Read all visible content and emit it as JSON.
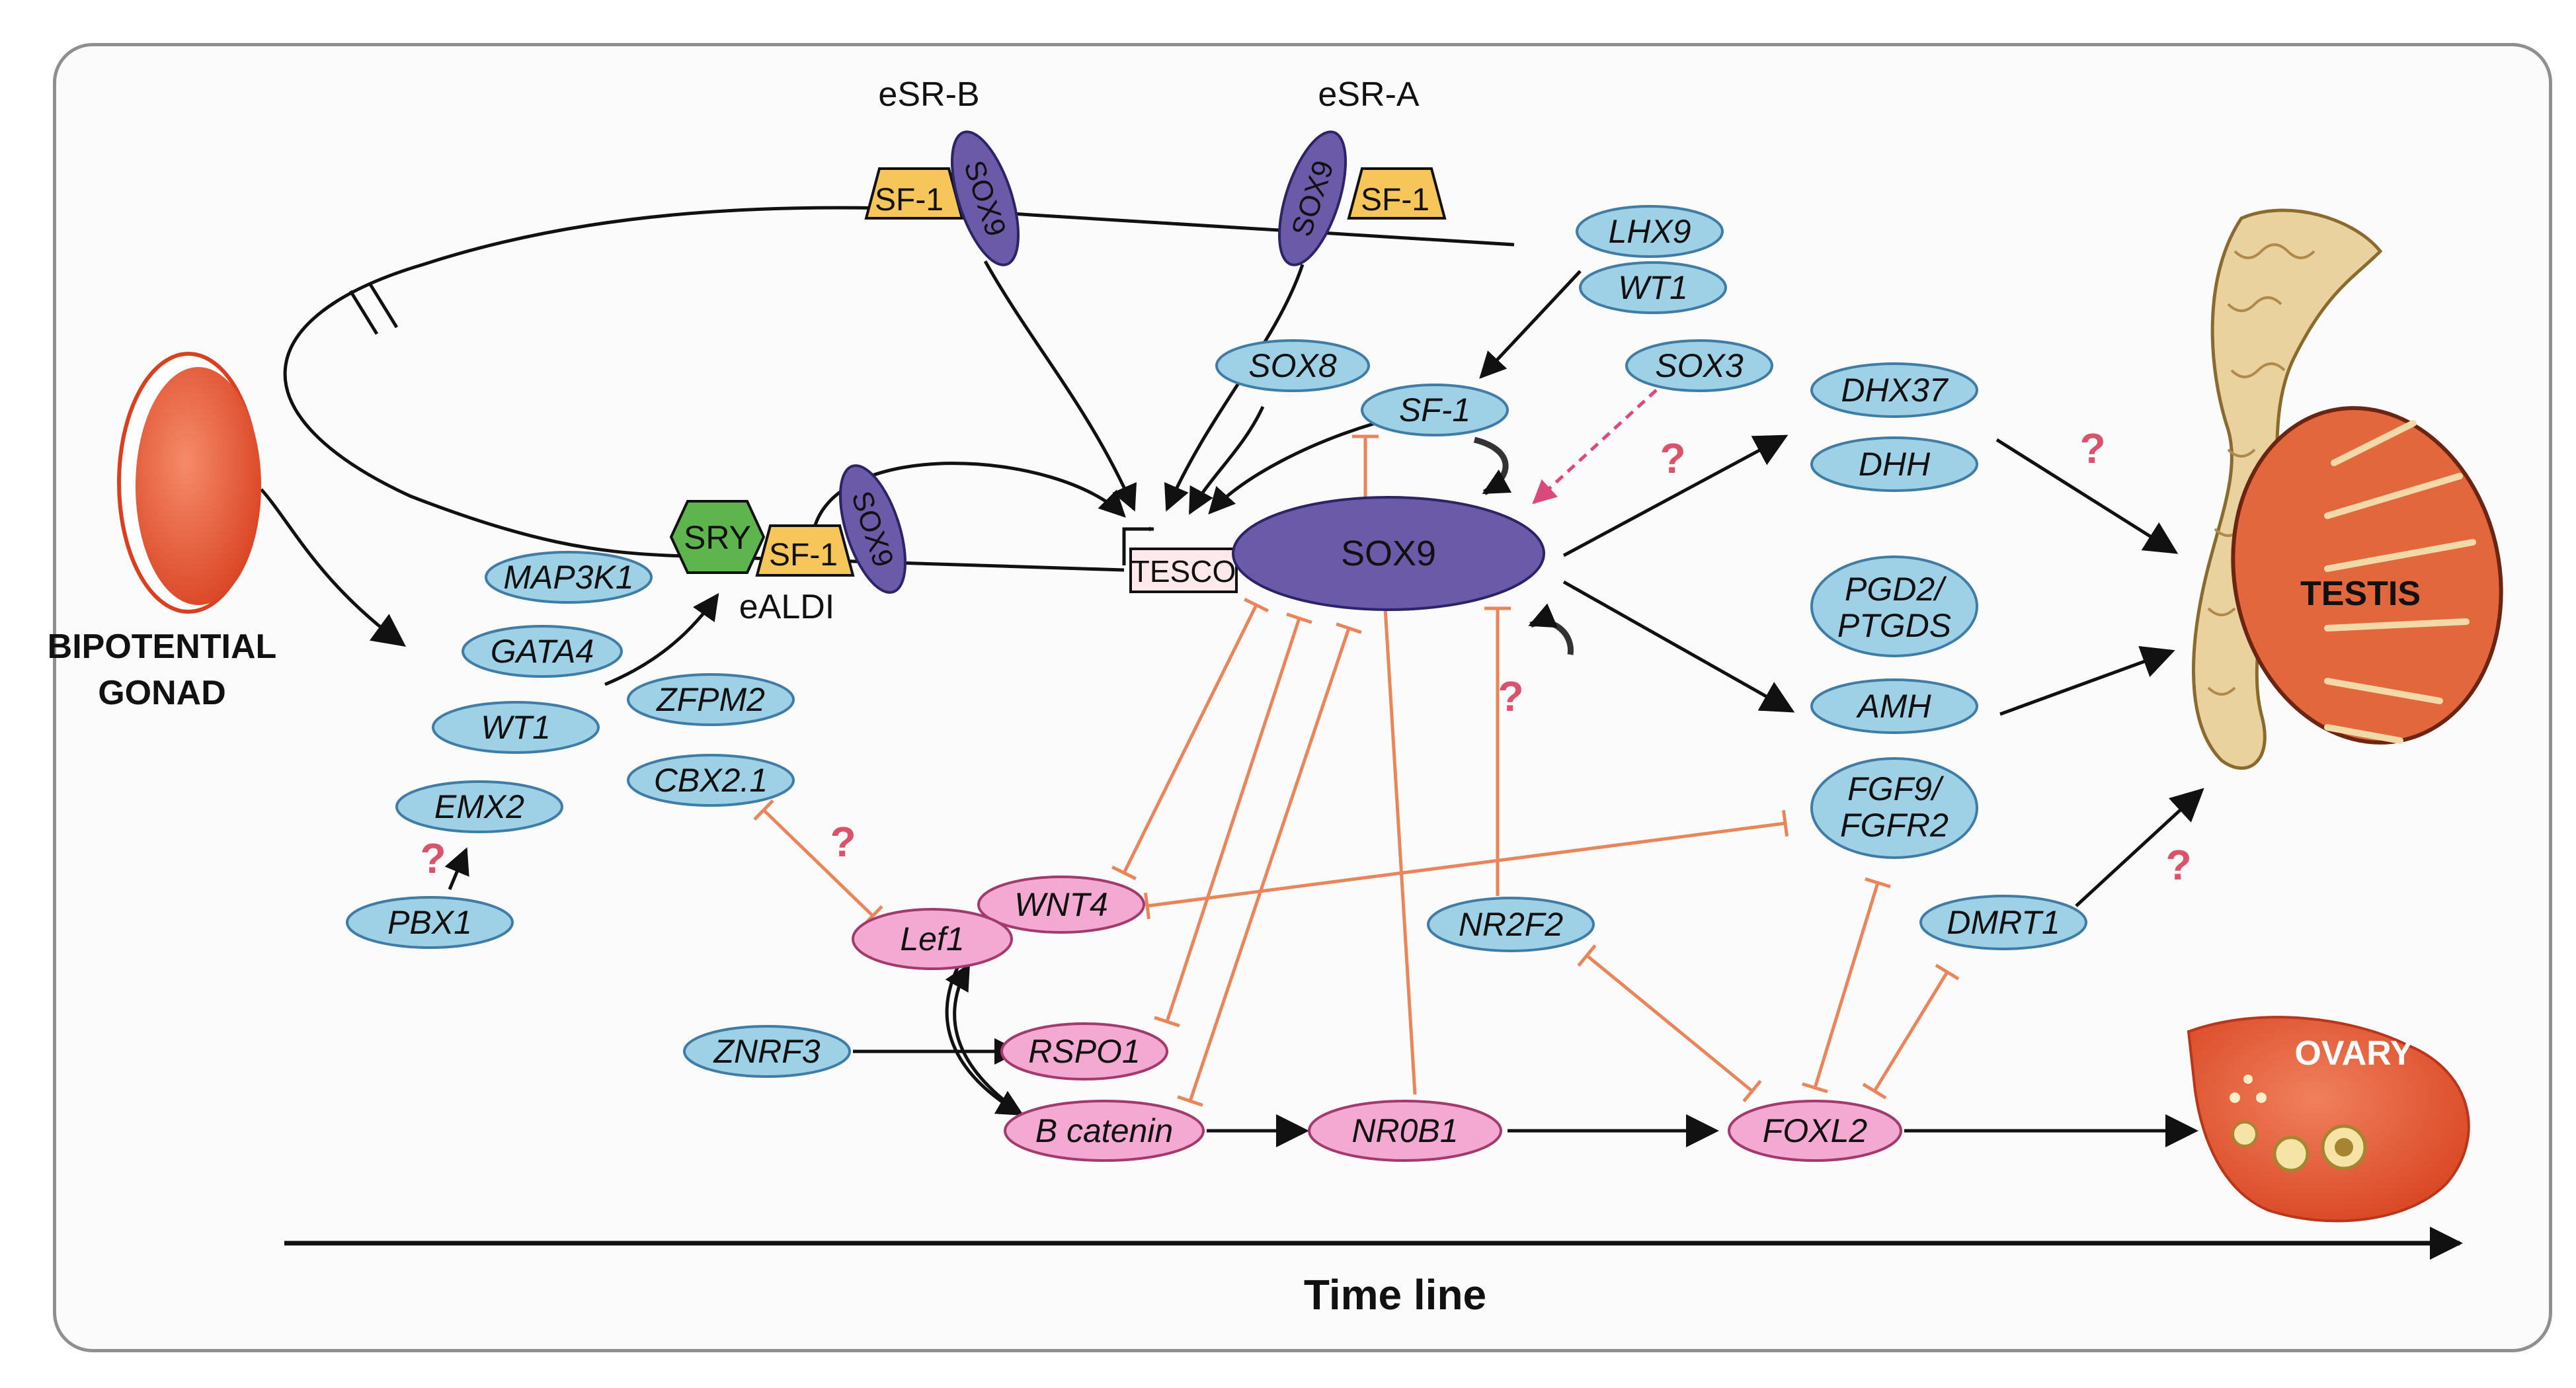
{
  "colors": {
    "blue_node": "#9fd1e6",
    "pink_node": "#f3a9d1",
    "sox9_node": "#6a5aa8",
    "sf1_box": "#f7c65a",
    "sry_box": "#5fb54d",
    "inhibit_line": "#e9855b",
    "question": "#d9536a",
    "activate_line": "#111111"
  },
  "labels": {
    "esr_b": "eSR-B",
    "esr_a": "eSR-A",
    "ealdi": "eALDI",
    "tesco": "TESCO",
    "bipotential_line1": "BIPOTENTIAL",
    "bipotential_line2": "GONAD",
    "testis": "TESTIS",
    "ovary": "OVARY",
    "timeline": "Time line",
    "question": "?"
  },
  "enhancer_boxes": {
    "sf1": "SF-1",
    "sox9": "SOX9",
    "sry": "SRY"
  },
  "blue_genes": {
    "map3k1": "MAP3K1",
    "gata4": "GATA4",
    "wt1_left": "WT1",
    "emx2": "EMX2",
    "pbx1": "PBX1",
    "zfpm2": "ZFPM2",
    "cbx2": "CBX2.1",
    "lhx9": "LHX9",
    "wt1_top": "WT1",
    "sox8": "SOX8",
    "sf1": "SF-1",
    "sox3": "SOX3",
    "znrf3": "ZNRF3",
    "nr2f2": "NR2F2",
    "dhx37": "DHX37",
    "dhh": "DHH",
    "pgd2_line1": "PGD2/",
    "pgd2_line2": "PTGDS",
    "amh": "AMH",
    "fgf9_line1": "FGF9/",
    "fgf9_line2": "FGFR2",
    "dmrt1": "DMRT1"
  },
  "pink_genes": {
    "wnt4": "WNT4",
    "lef1": "Lef1",
    "rspo1": "RSPO1",
    "bcatenin": "B catenin",
    "nr0b1": "NR0B1",
    "foxl2": "FOXL2"
  },
  "center": {
    "sox9": "SOX9"
  }
}
